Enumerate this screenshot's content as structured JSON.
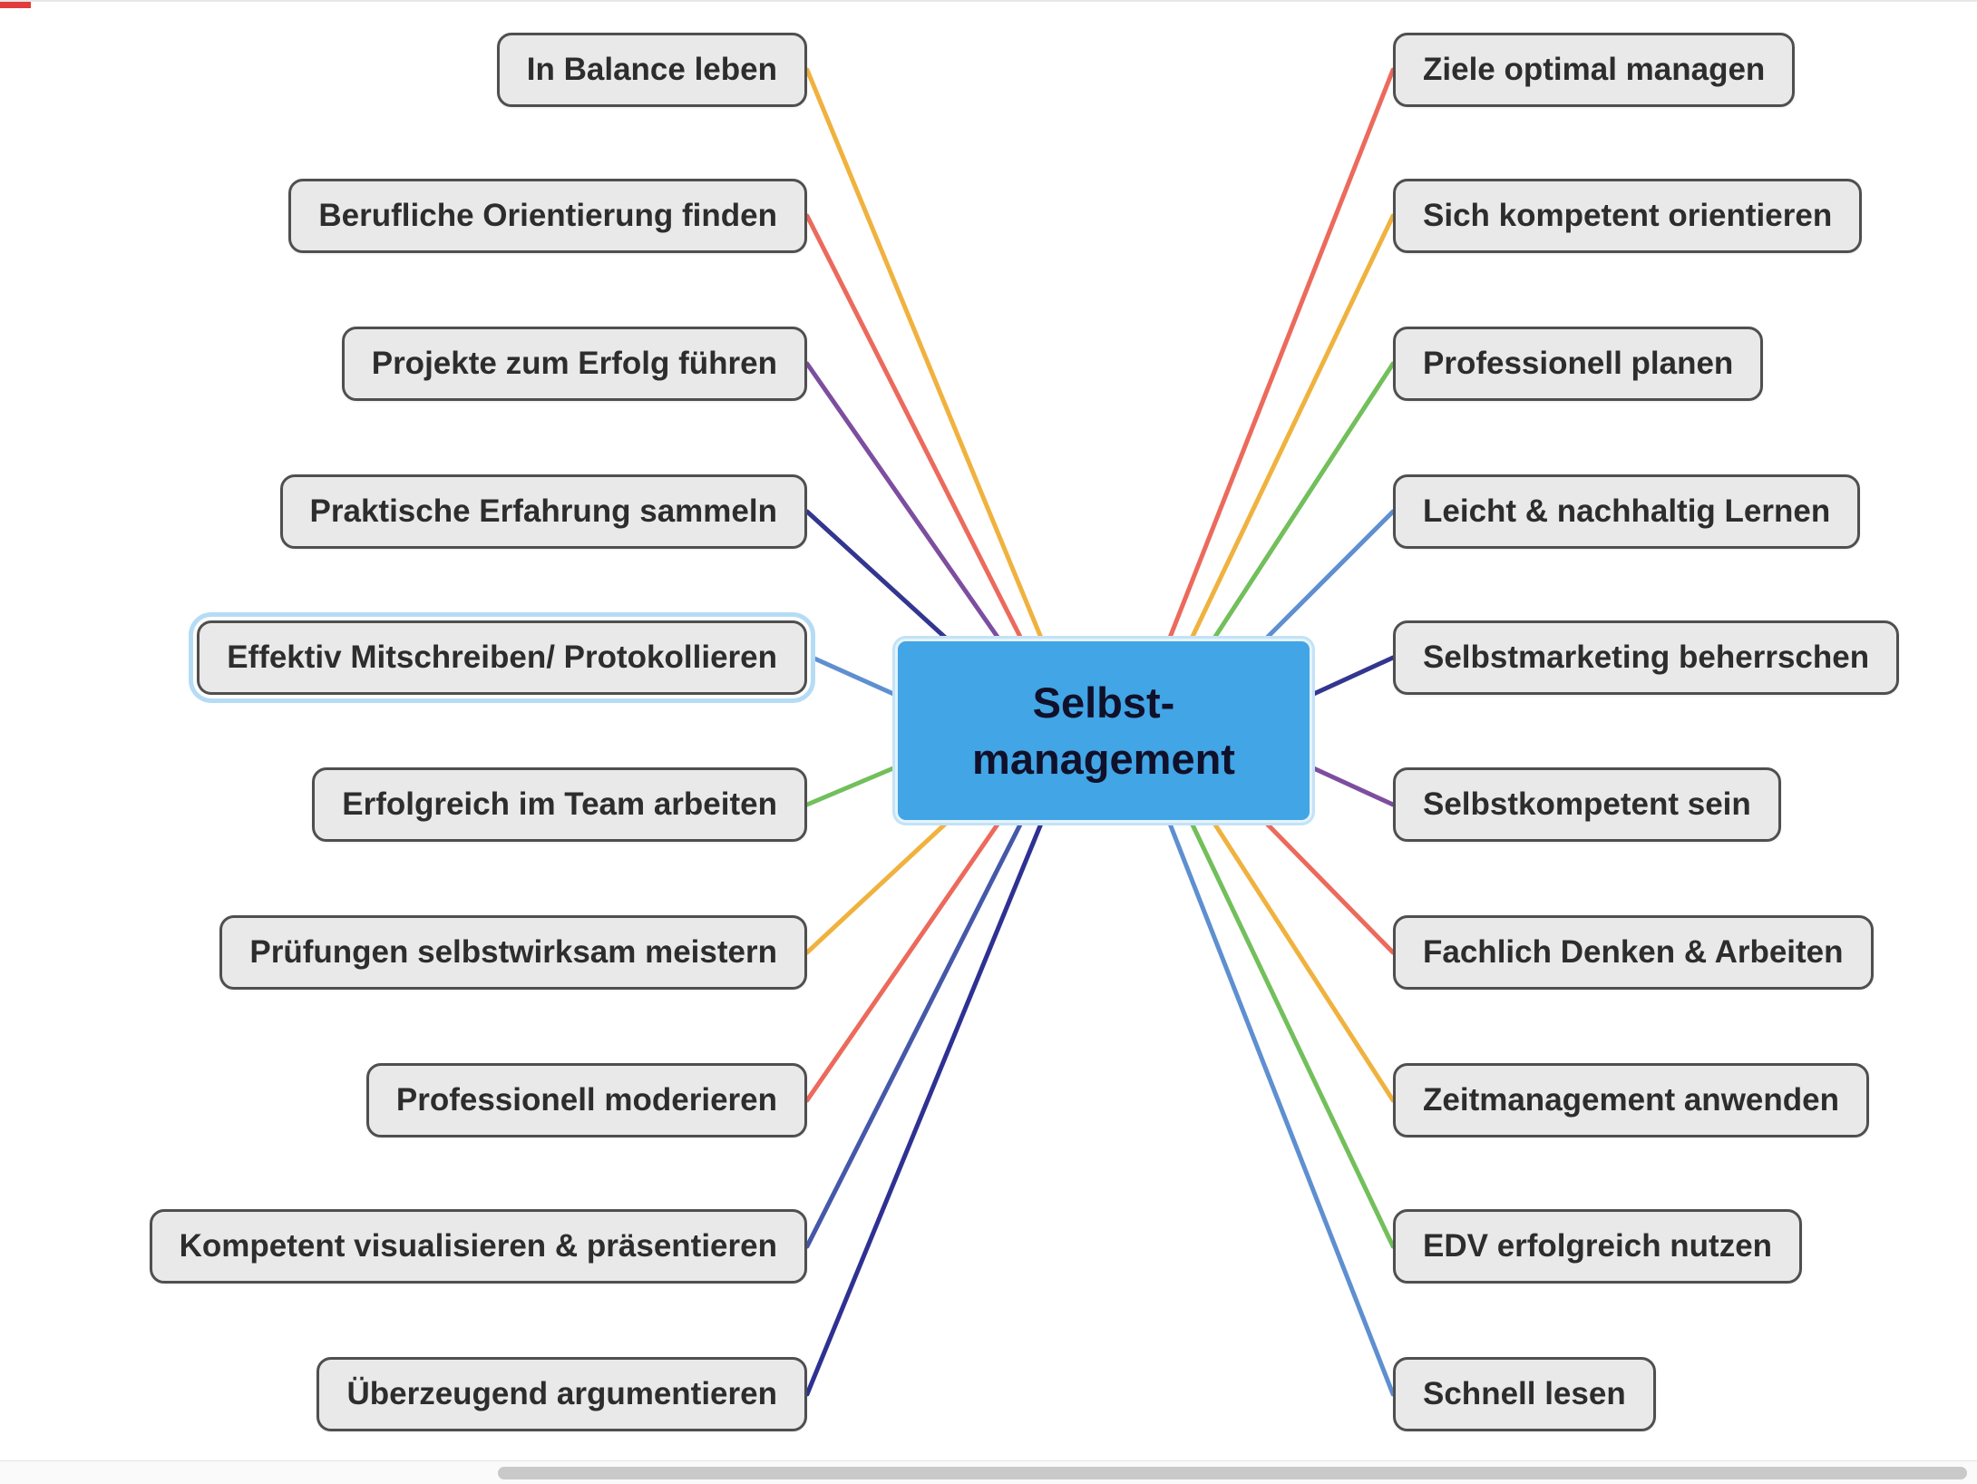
{
  "center": {
    "label": "Selbst-\nmanagement",
    "fill": "#42A5E5"
  },
  "left_nodes": [
    {
      "label": "In Balance leben",
      "color": "#F0B23F"
    },
    {
      "label": "Berufliche Orientierung finden",
      "color": "#EC6A5C"
    },
    {
      "label": "Projekte zum Erfolg führen",
      "color": "#7D4E9F"
    },
    {
      "label": "Praktische Erfahrung sammeln",
      "color": "#33368F"
    },
    {
      "label": "Effektiv Mitschreiben/ Protokollieren",
      "color": "#5E8FD0",
      "selected": true
    },
    {
      "label": "Erfolgreich im Team arbeiten",
      "color": "#72BF5B"
    },
    {
      "label": "Prüfungen selbstwirksam meistern",
      "color": "#F0B23F"
    },
    {
      "label": "Professionell moderieren",
      "color": "#EC6A5C"
    },
    {
      "label": "Kompetent visualisieren & präsentieren",
      "color": "#4558A9"
    },
    {
      "label": "Überzeugend argumentieren",
      "color": "#2E3192"
    }
  ],
  "right_nodes": [
    {
      "label": "Ziele optimal managen",
      "color": "#EC6A5C"
    },
    {
      "label": "Sich kompetent orientieren",
      "color": "#F0B23F"
    },
    {
      "label": "Professionell planen",
      "color": "#72BF5B"
    },
    {
      "label": "Leicht & nachhaltig Lernen",
      "color": "#5E8FD0"
    },
    {
      "label": "Selbstmarketing beherrschen",
      "color": "#33368F"
    },
    {
      "label": "Selbstkompetent sein",
      "color": "#7D4E9F"
    },
    {
      "label": "Fachlich Denken & Arbeiten",
      "color": "#EC6A5C"
    },
    {
      "label": "Zeitmanagement anwenden",
      "color": "#F0B23F"
    },
    {
      "label": "EDV erfolgreich nutzen",
      "color": "#72BF5B"
    },
    {
      "label": "Schnell lesen",
      "color": "#5E8FD0"
    }
  ]
}
